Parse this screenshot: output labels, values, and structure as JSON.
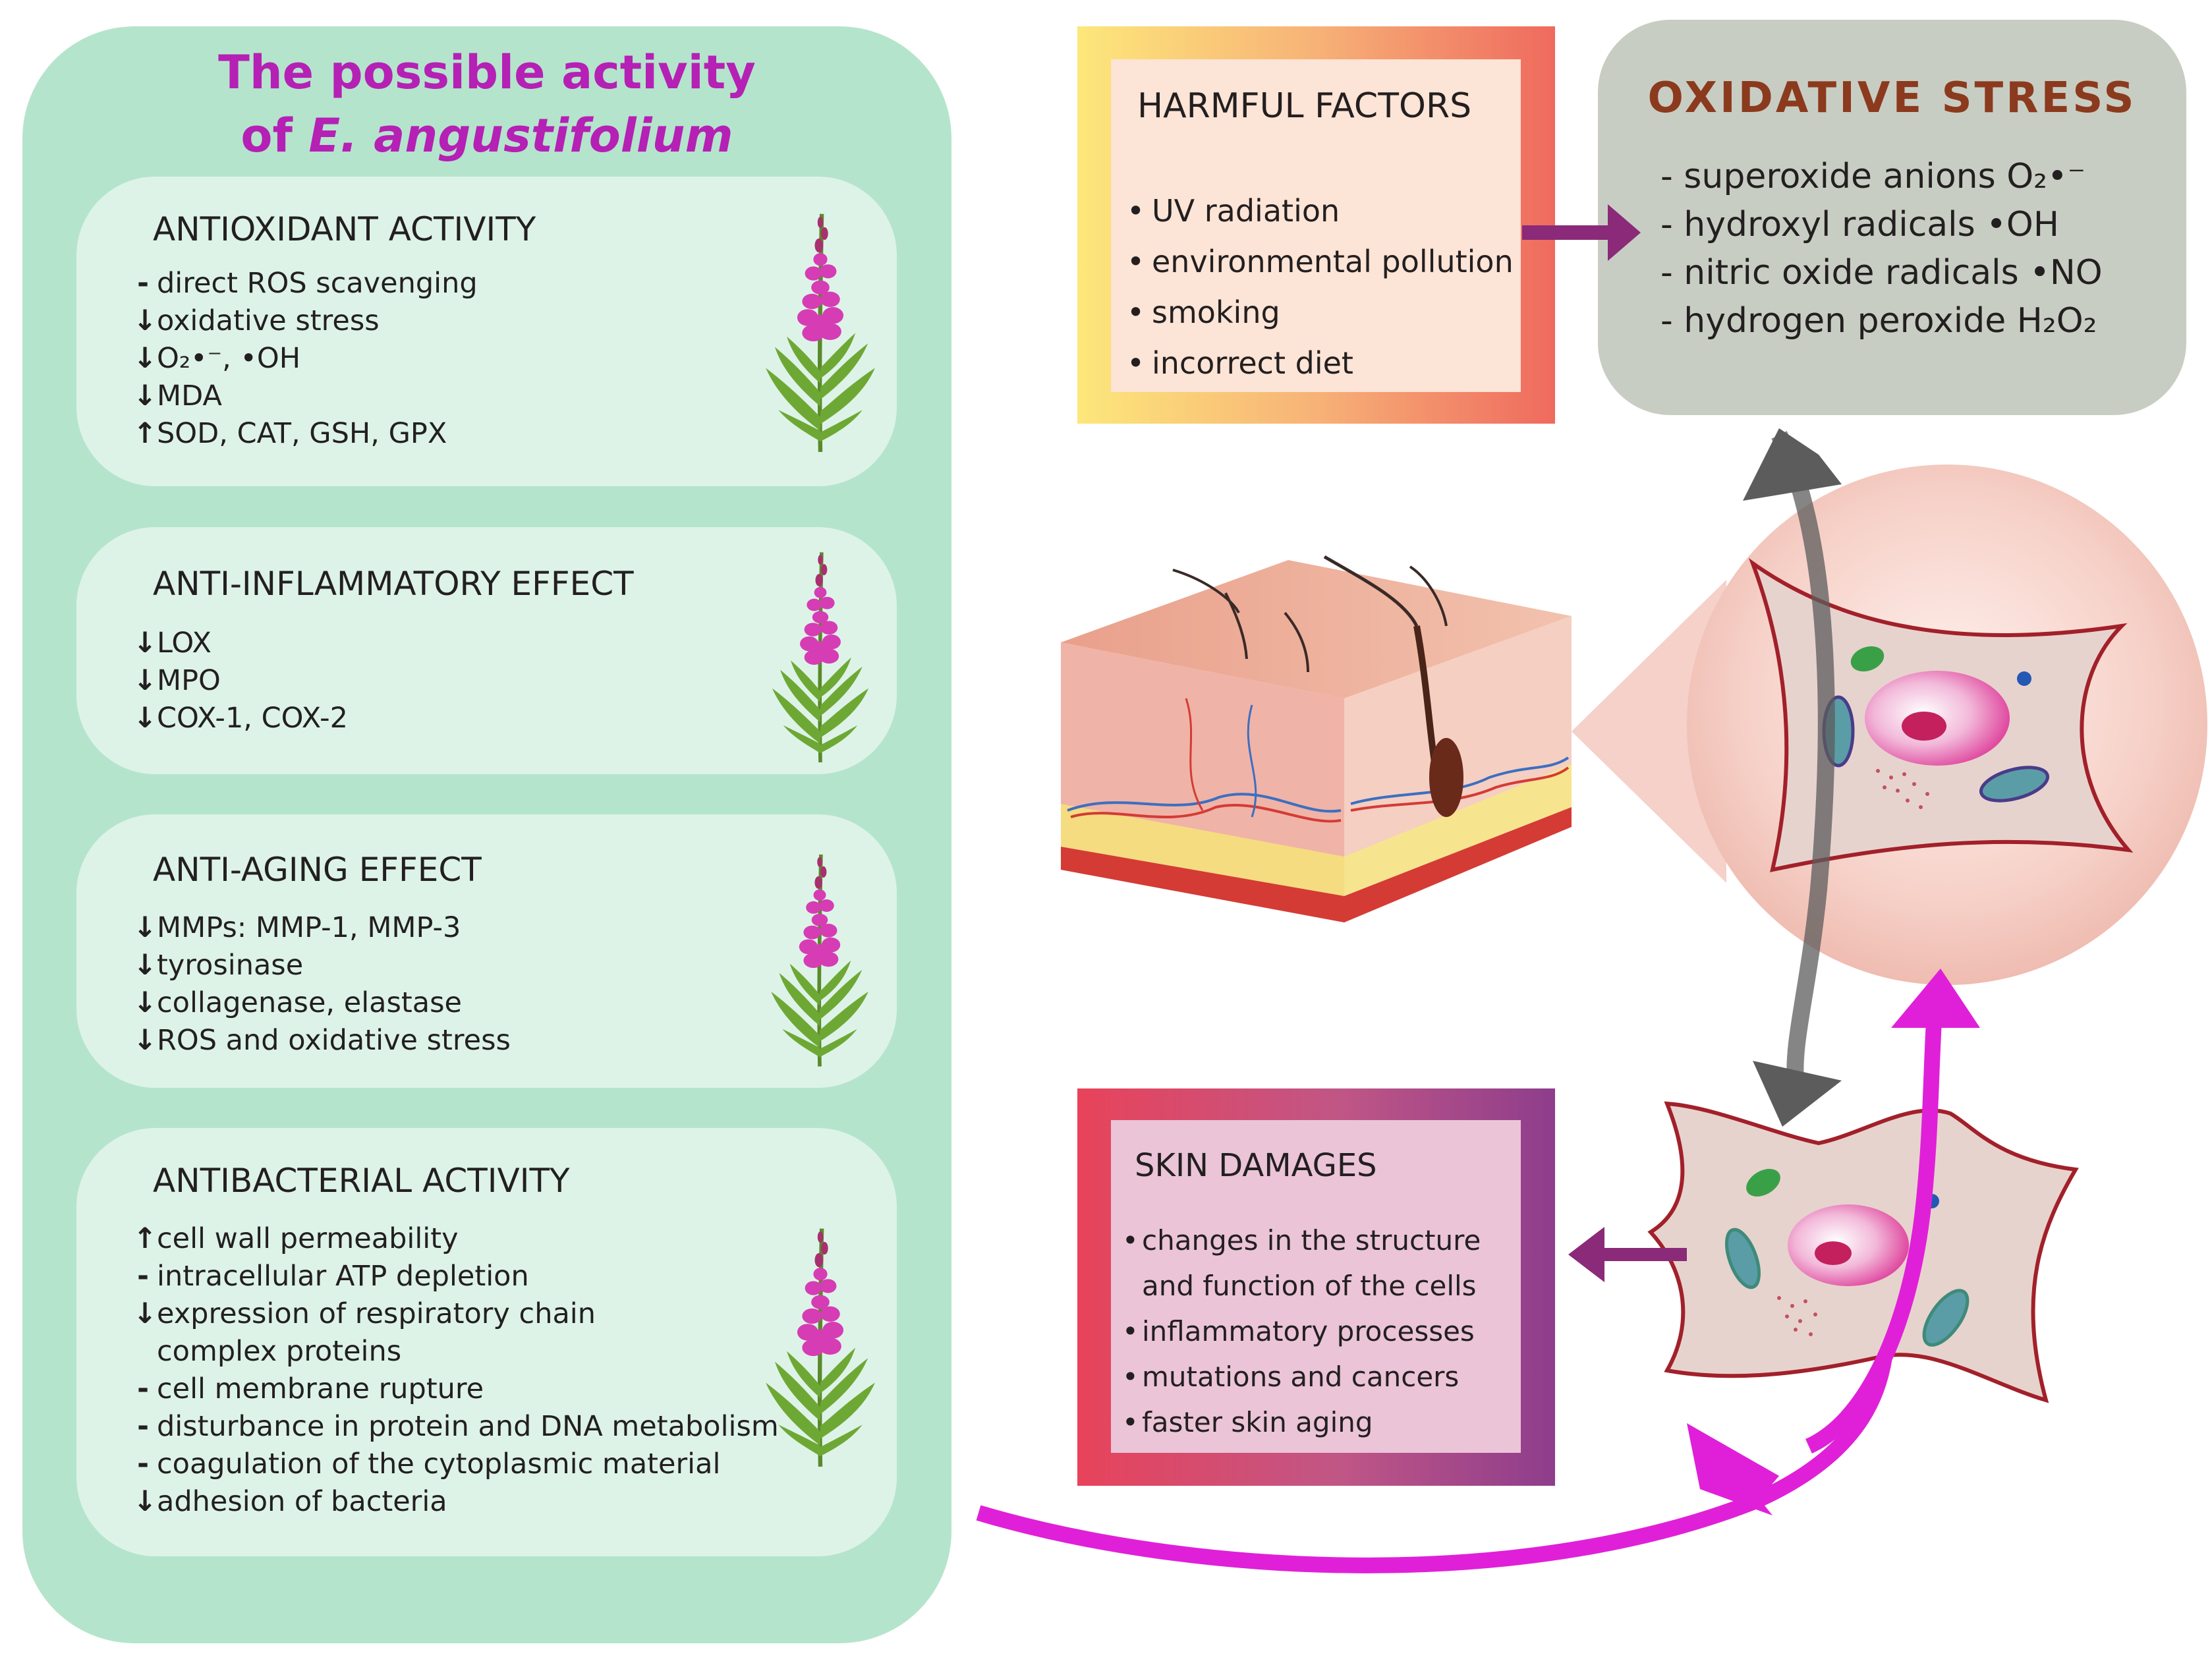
{
  "title": {
    "line1": "The possible activity",
    "line2_prefix": "of ",
    "line2_species": "E. angustifolium"
  },
  "cards": [
    {
      "heading": "ANTIOXIDANT ACTIVITY",
      "items": [
        {
          "marker": "-",
          "text": "direct ROS scavenging"
        },
        {
          "marker": "↓",
          "text": "oxidative stress"
        },
        {
          "marker": "↓",
          "text": "O₂•⁻, •OH"
        },
        {
          "marker": "↓",
          "text": "MDA"
        },
        {
          "marker": "↑",
          "text": "SOD, CAT, GSH, GPX"
        }
      ]
    },
    {
      "heading": "ANTI-INFLAMMATORY EFFECT",
      "items": [
        {
          "marker": "↓",
          "text": "LOX"
        },
        {
          "marker": "↓",
          "text": "MPO"
        },
        {
          "marker": "↓",
          "text": "COX-1, COX-2"
        }
      ]
    },
    {
      "heading": "ANTI-AGING EFFECT",
      "items": [
        {
          "marker": "↓",
          "text": "MMPs: MMP-1, MMP-3"
        },
        {
          "marker": "↓",
          "text": "tyrosinase"
        },
        {
          "marker": "↓",
          "text": "collagenase, elastase"
        },
        {
          "marker": "↓",
          "text": "ROS and oxidative stress"
        }
      ]
    },
    {
      "heading": "ANTIBACTERIAL ACTIVITY",
      "items": [
        {
          "marker": "↑",
          "text": "cell wall permeability"
        },
        {
          "marker": "-",
          "text": "intracellular ATP depletion"
        },
        {
          "marker": "↓",
          "text": "expression of respiratory chain"
        },
        {
          "marker": "",
          "text": "complex proteins"
        },
        {
          "marker": "-",
          "text": "cell membrane rupture"
        },
        {
          "marker": "-",
          "text": "disturbance in protein and DNA metabolism"
        },
        {
          "marker": "-",
          "text": "coagulation of the cytoplasmic material"
        },
        {
          "marker": "↓",
          "text": "adhesion of bacteria"
        }
      ]
    }
  ],
  "harmful_factors": {
    "heading": "HARMFUL FACTORS",
    "items": [
      "UV radiation",
      "environmental pollution",
      "smoking",
      "incorrect diet"
    ]
  },
  "oxidative_stress": {
    "heading": "OXIDATIVE STRESS",
    "items": [
      "- superoxide anions O₂•⁻",
      "- hydroxyl radicals •OH",
      "- nitric oxide radicals •NO",
      "- hydrogen peroxide H₂O₂"
    ]
  },
  "skin_damages": {
    "heading": "SKIN DAMAGES",
    "items": [
      "changes in the structure",
      "and function of the cells",
      "inflammatory processes",
      "mutations and cancers",
      "faster skin aging"
    ]
  },
  "colors": {
    "panel": "#b5e4cc",
    "card": "#ddf3e8",
    "title": "#b520b5",
    "magenta_arrow": "#e020d8",
    "purple_arrow": "#8a2a78",
    "grey_arrow": "#5c5c5c",
    "ox_title": "#8b3a1e",
    "cell_outline": "#a2202a"
  },
  "icons": {
    "plant": "fireweed-plant-icon",
    "skin": "skin-cross-section-illustration",
    "cell": "cell-icon"
  }
}
